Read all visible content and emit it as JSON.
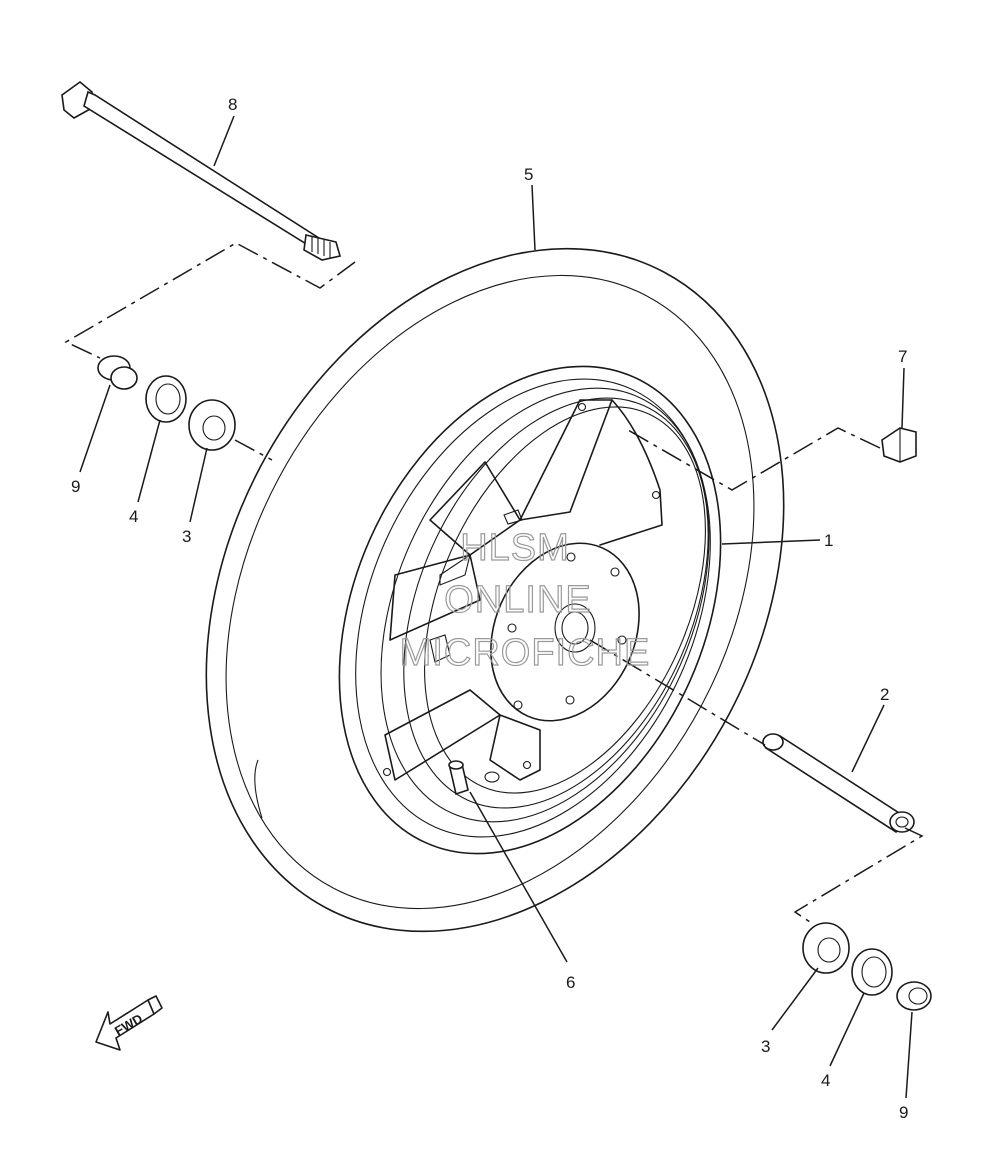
{
  "callouts": {
    "c1": "1",
    "c2": "2",
    "c3a": "3",
    "c3b": "3",
    "c4a": "4",
    "c4b": "4",
    "c5": "5",
    "c6": "6",
    "c7": "7",
    "c8": "8",
    "c9a": "9",
    "c9b": "9"
  },
  "watermark": {
    "line1": "HLSM",
    "line2": "ONLINE",
    "line3": "MICROFICHE"
  },
  "direction_arrow": "FWD"
}
